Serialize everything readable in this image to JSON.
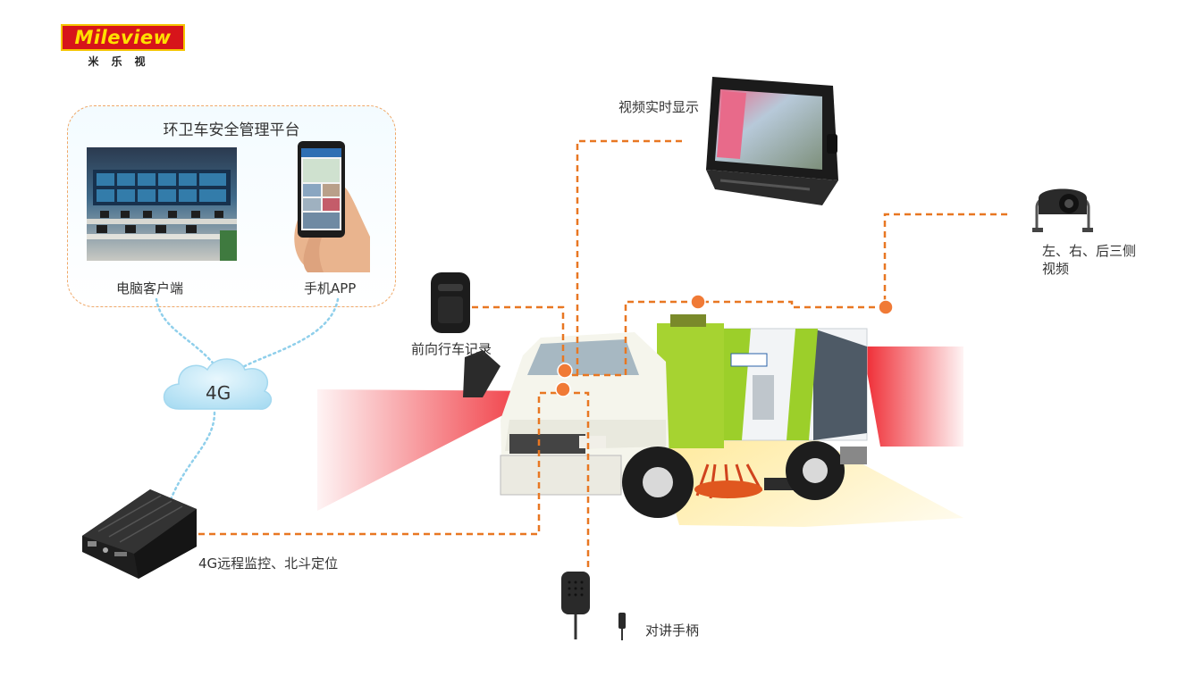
{
  "brand": {
    "logo_text": "Mileview",
    "logo_sub": "米乐视"
  },
  "platform": {
    "title": "环卫车安全管理平台",
    "pc_label": "电脑客户端",
    "app_label": "手机APP"
  },
  "network": {
    "label": "4G"
  },
  "devices": {
    "dvr": "4G远程监控、北斗定位",
    "front_recorder": "前向行车记录",
    "monitor": "视频实时显示",
    "side_camera_line1": "左、右、后三侧",
    "side_camera_line2": "视频",
    "mic": "对讲手柄"
  },
  "colors": {
    "accent_line": "#e87722",
    "node": "#f07a36",
    "danger_zone": "#ee1c25",
    "safe_zone": "#ffd84a",
    "cloud": "#bfe6f7",
    "logo_red": "#d7141a",
    "logo_yellow": "#ffe000"
  }
}
